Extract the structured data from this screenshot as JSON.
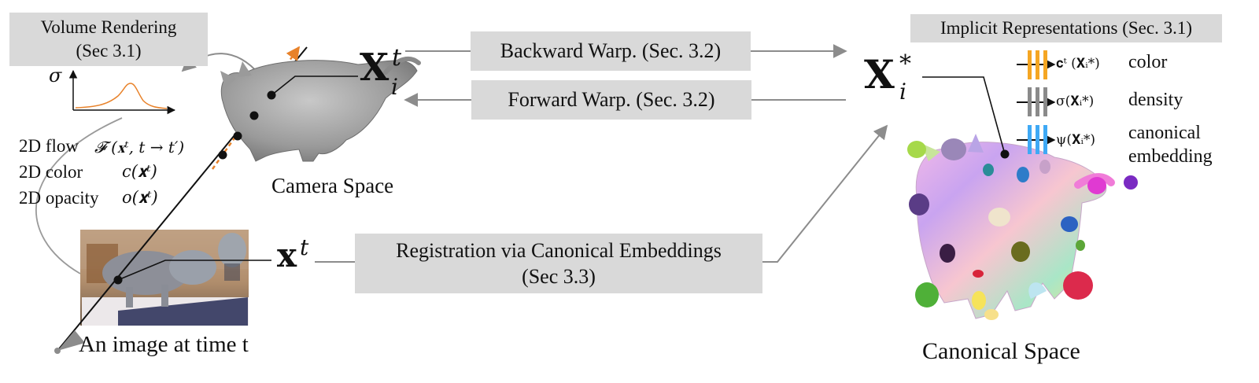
{
  "labels": {
    "volume_rendering": "Volume Rendering",
    "volume_rendering_sec": "(Sec 3.1)",
    "implicit_repr": "Implicit Representations (Sec. 3.1)",
    "backward_warp": "Backward Warp. (Sec. 3.2)",
    "forward_warp": "Forward Warp. (Sec. 3.2)",
    "registration_line1": "Registration via Canonical Embeddings",
    "registration_line2": "(Sec 3.3)",
    "camera_space": "Camera Space",
    "canonical_space": "Canonical Space",
    "image_at_time": "An image at time t",
    "sigma_axis": "σ",
    "flow_label": "2D flow",
    "flow_expr": "𝓕 (𝐱ᵗ, t → t′)",
    "color_label": "2D color",
    "color_expr": "c(𝐱ᵗ)",
    "opacity_label": "2D opacity",
    "opacity_expr": "o(𝐱ᵗ)",
    "Xit_main": "X",
    "Xit_sup": "t",
    "Xit_sub": "i",
    "xt_main": "x",
    "xt_sup": "t",
    "Xstar_main": "X",
    "Xstar_sup": "*",
    "Xstar_sub": "i",
    "out_color_expr": "𝐜ᵗ (𝐗ᵢ*)",
    "out_color_name": "color",
    "out_density_expr": "σ(𝐗ᵢ*)",
    "out_density_name": "density",
    "out_embed_expr": "ψ(𝐗ᵢ*)",
    "out_embed_name1": "canonical",
    "out_embed_name2": "embedding"
  },
  "colors": {
    "box_fill": "#d9d9d9",
    "arrow_gray": "#8c8c8c",
    "curve_orange": "#e8822a",
    "color_bars": "#f5a623",
    "density_bars": "#8a8a8a",
    "embed_bars": "#3fa9f5"
  }
}
